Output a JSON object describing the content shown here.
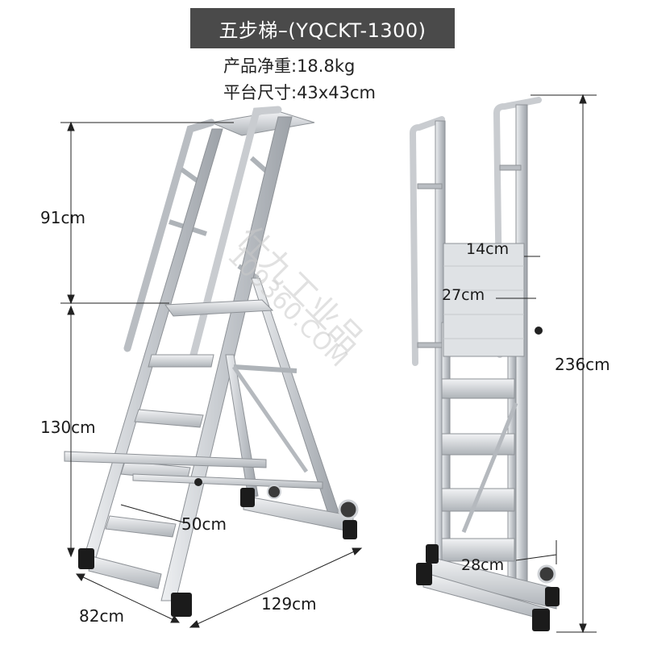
{
  "title": "五步梯–(YQCKT-1300)",
  "specs": {
    "weight": "产品净重:18.8kg",
    "platform": "平台尺寸:43x43cm"
  },
  "dimensions": {
    "h_rail": "91cm",
    "h_platform": "130cm",
    "depth_step": "50cm",
    "width_base": "82cm",
    "length_base": "129cm",
    "h_total": "236cm",
    "w_upper": "14cm",
    "w_mid": "27cm",
    "w_lower": "28cm"
  },
  "watermark": {
    "brand": "仕九工业品",
    "site": "109360.COM"
  },
  "colors": {
    "title_bg": "#4a4a4a",
    "title_text": "#ffffff",
    "metal": "#c9ccd0",
    "metal_dark": "#8e9297",
    "rubber": "#1b1b1b"
  }
}
